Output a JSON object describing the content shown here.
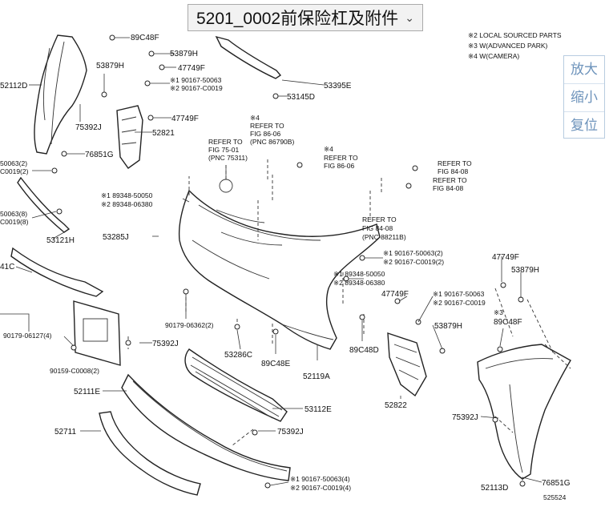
{
  "header": {
    "selector_label": "5201_0002前保险杠及附件",
    "chevron": "chevron-down-icon"
  },
  "zoom": {
    "zoom_in": "放大",
    "zoom_out": "缩小",
    "reset": "复位"
  },
  "notes": {
    "n2": "※2 LOCAL SOURCED PARTS",
    "n3": "※3 W(ADVANCED PARK)",
    "n4": "※4 W(CAMERA)"
  },
  "parts": {
    "p89c48f_top": "89C48F",
    "p53879h_a": "53879H",
    "p53879h_b": "53879H",
    "p53879h_c": "53879H",
    "p53879h_d": "53879H",
    "p47749f_a": "47749F",
    "p47749f_b": "47749F",
    "p47749f_c": "47749F",
    "p47749f_d": "47749F",
    "p52112d": "52112D",
    "p90167_50063_a": "※1 90167-50063",
    "p90167_c0019_a": "※2 90167-C0019",
    "p53395e": "53395E",
    "p53145d": "53145D",
    "p75392j_a": "75392J",
    "p75392j_b": "75392J",
    "p75392j_c": "75392J",
    "p75392j_d": "75392J",
    "p52821": "52821",
    "p76851g_a": "76851G",
    "p76851g_b": "76851G",
    "ref_fig75_star": "",
    "ref_fig75_l1": "REFER TO",
    "ref_fig75_l2": "FIG 75-01",
    "ref_fig75_l3": "(PNC 75311)",
    "ref_fig86a_star": "※4",
    "ref_fig86a_l1": "REFER TO",
    "ref_fig86a_l2": "FIG 86-06",
    "ref_fig86a_l3": "(PNC 86790B)",
    "ref_fig86b_star": "※4",
    "ref_fig86b_l1": "REFER TO",
    "ref_fig86b_l2": "FIG 86-06",
    "ref_fig84a_l1": "REFER TO",
    "ref_fig84a_l2": "FIG 84-08",
    "ref_fig84b_l1": "REFER TO",
    "ref_fig84b_l2": "FIG 84-08",
    "ref_fig84c_l1": "REFER TO",
    "ref_fig84c_l2": "FIG 84-08",
    "ref_fig84c_l3": "(PNC 88211B)",
    "p50063_2": "50063(2)",
    "pc0019_2": "C0019(2)",
    "p50063_8": "50063(8)",
    "pc0019_8": "C0019(8)",
    "p89348_50050_a": "※1 89348-50050",
    "p89348_06380_a": "※2 89348-06380",
    "p53285j": "53285J",
    "p53121h": "53121H",
    "p41c": "41C",
    "p90167_50063_2": "※1 90167-50063(2)",
    "p90167_c0019_2": "※2 90167-C0019(2)",
    "p89348_50050_b": "※1 89348-50050",
    "p89348_06380_b": "※2 89348-06380",
    "p90167_50063_b": "※1 90167-50063",
    "p90167_c0019_b": "※2 90167-C0019",
    "p89c48f_right_star": "※3",
    "p89c48f_right": "89C48F",
    "p90179_06127": "90179-06127(4)",
    "p90159_c0008": "90159-C0008(2)",
    "p90179_06362": "90179-06362(2)",
    "p53286c": "53286C",
    "p89c48e": "89C48E",
    "p52119a": "52119A",
    "p89c48d": "89C48D",
    "p52111e": "52111E",
    "p53112e": "53112E",
    "p52822": "52822",
    "p52711": "52711",
    "p90167_50063_4": "※1 90167-50063(4)",
    "p90167_c0019_4": "※2 90167-C0019(4)",
    "p52113d": "52113D",
    "diagram_code": "525524"
  }
}
